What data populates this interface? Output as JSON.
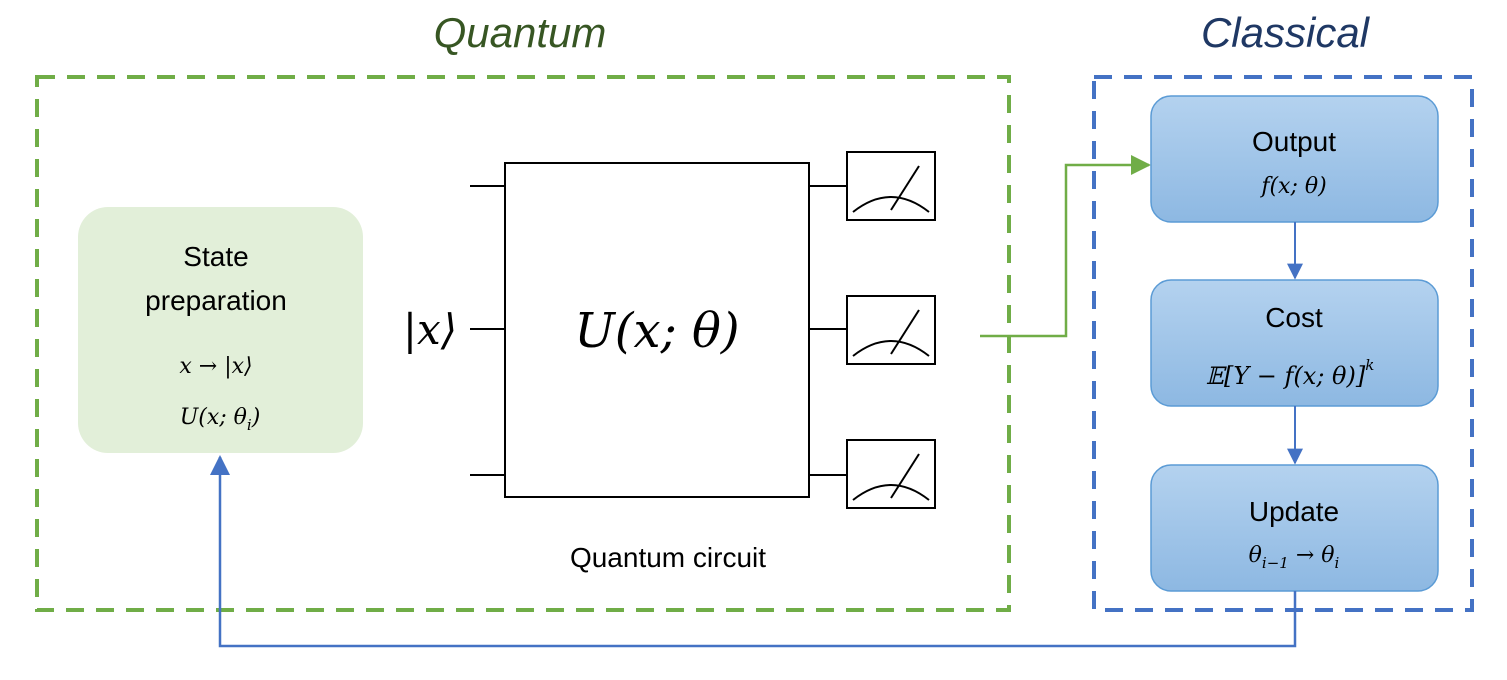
{
  "sections": {
    "quantum_title": "Quantum",
    "classical_title": "Classical"
  },
  "state_prep": {
    "line1": "State",
    "line2": "preparation",
    "formula1": "x → |x⟩",
    "formula2_main": "U(x;  θ",
    "formula2_sub": "i",
    "formula2_end": ")"
  },
  "circuit": {
    "input_label": "|x⟩",
    "unitary_label": "U(x; θ)",
    "caption": "Quantum circuit"
  },
  "classical": {
    "output_title": "Output",
    "output_formula": "f(x; θ)",
    "cost_title": "Cost",
    "cost_formula": "𝔼[Y − f(x; θ)]",
    "cost_exponent": "k",
    "update_title": "Update",
    "update_from": "θ",
    "update_from_sub": "i−1",
    "update_arrow": " → θ",
    "update_to_sub": "i"
  },
  "colors": {
    "quantum_green": "#70ad47",
    "quantum_title": "#375623",
    "classical_blue": "#4472c4",
    "classical_title": "#1f3864",
    "state_box_fill": "#e2efd9",
    "classical_box_fill": "#9dc3e6",
    "classical_box_stroke": "#5b9bd5"
  }
}
